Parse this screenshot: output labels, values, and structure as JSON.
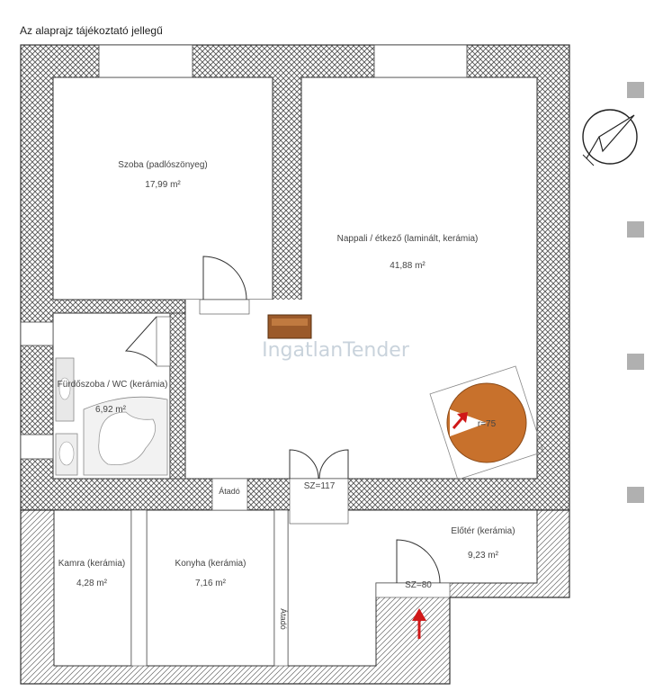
{
  "note": "Az alaprajz tájékoztató jellegű",
  "watermark": "IngatlanTender",
  "rooms": {
    "szoba": {
      "name": "Szoba (padlószönyeg)",
      "area": "17,99 m²"
    },
    "nappali": {
      "name": "Nappali / étkező (laminált, kerámia)",
      "area": "41,88 m²"
    },
    "furdo": {
      "name": "Fürdőszoba / WC (kerámia)",
      "area": "6,92 m²"
    },
    "kamra": {
      "name": "Kamra (kerámia)",
      "area": "4,28 m²"
    },
    "konyha": {
      "name": "Konyha (kerámia)",
      "area": "7,16 m²"
    },
    "eloter": {
      "name": "Előtér (kerámia)",
      "area": "9,23 m²"
    }
  },
  "labels": {
    "atado_h": "Átadó",
    "atado_v": "Átadó",
    "door_main": "SZ=117",
    "door_entry": "SZ=80",
    "table": "r=75"
  },
  "colors": {
    "wall_hatch": "#555555",
    "table_fill": "#c8712c",
    "entry_arrow": "#d01818",
    "marker": "#b0b0b0"
  }
}
